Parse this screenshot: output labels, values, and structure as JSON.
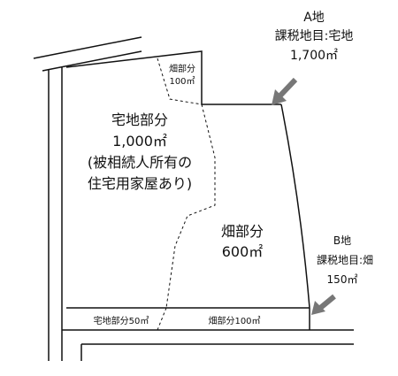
{
  "parcel_a": {
    "name": "A地",
    "category_line": "課税地目:宅地",
    "area": "1,700㎡"
  },
  "parcel_b": {
    "name": "B地",
    "category_line": "課税地目:畑",
    "area": "150㎡"
  },
  "regions": {
    "house_part": {
      "title": "宅地部分",
      "area": "1,000㎡",
      "note_line1": "(被相続人所有の",
      "note_line2": "住宅用家屋あり)"
    },
    "small_field": {
      "title": "畑部分",
      "area": "100㎡"
    },
    "field_part": {
      "title": "畑部分",
      "area": "600㎡"
    },
    "strip_house": {
      "label": "宅地部分50㎡"
    },
    "strip_field": {
      "label": "畑部分100㎡"
    }
  },
  "colors": {
    "ink": "#111111",
    "arrow": "#777777",
    "background": "#ffffff"
  }
}
